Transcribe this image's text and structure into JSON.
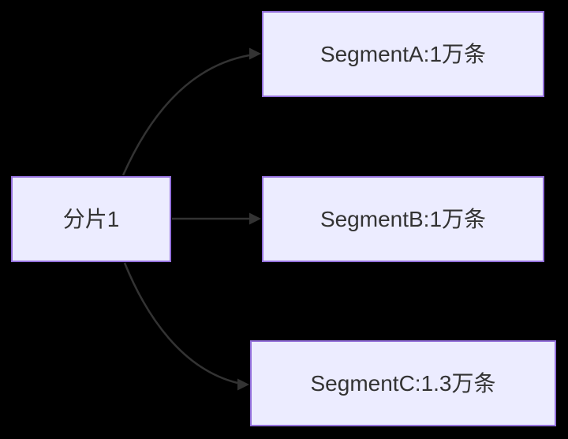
{
  "diagram": {
    "type": "flowchart",
    "direction": "left-to-right",
    "colors": {
      "background": "#000000",
      "node_fill": "#ECECFF",
      "node_border": "#9370DB",
      "node_text": "#333333",
      "edge_stroke": "#333333"
    },
    "nodes": [
      {
        "id": "shard1",
        "label": "分片1"
      },
      {
        "id": "segmentA",
        "label": "SegmentA:1万条"
      },
      {
        "id": "segmentB",
        "label": "SegmentB:1万条"
      },
      {
        "id": "segmentC",
        "label": "SegmentC:1.3万条"
      }
    ],
    "edges": [
      {
        "from": "shard1",
        "to": "segmentA",
        "style": "curved-up",
        "arrowhead": "filled-triangle"
      },
      {
        "from": "shard1",
        "to": "segmentB",
        "style": "straight",
        "arrowhead": "filled-triangle"
      },
      {
        "from": "shard1",
        "to": "segmentC",
        "style": "curved-down",
        "arrowhead": "filled-triangle"
      }
    ]
  }
}
